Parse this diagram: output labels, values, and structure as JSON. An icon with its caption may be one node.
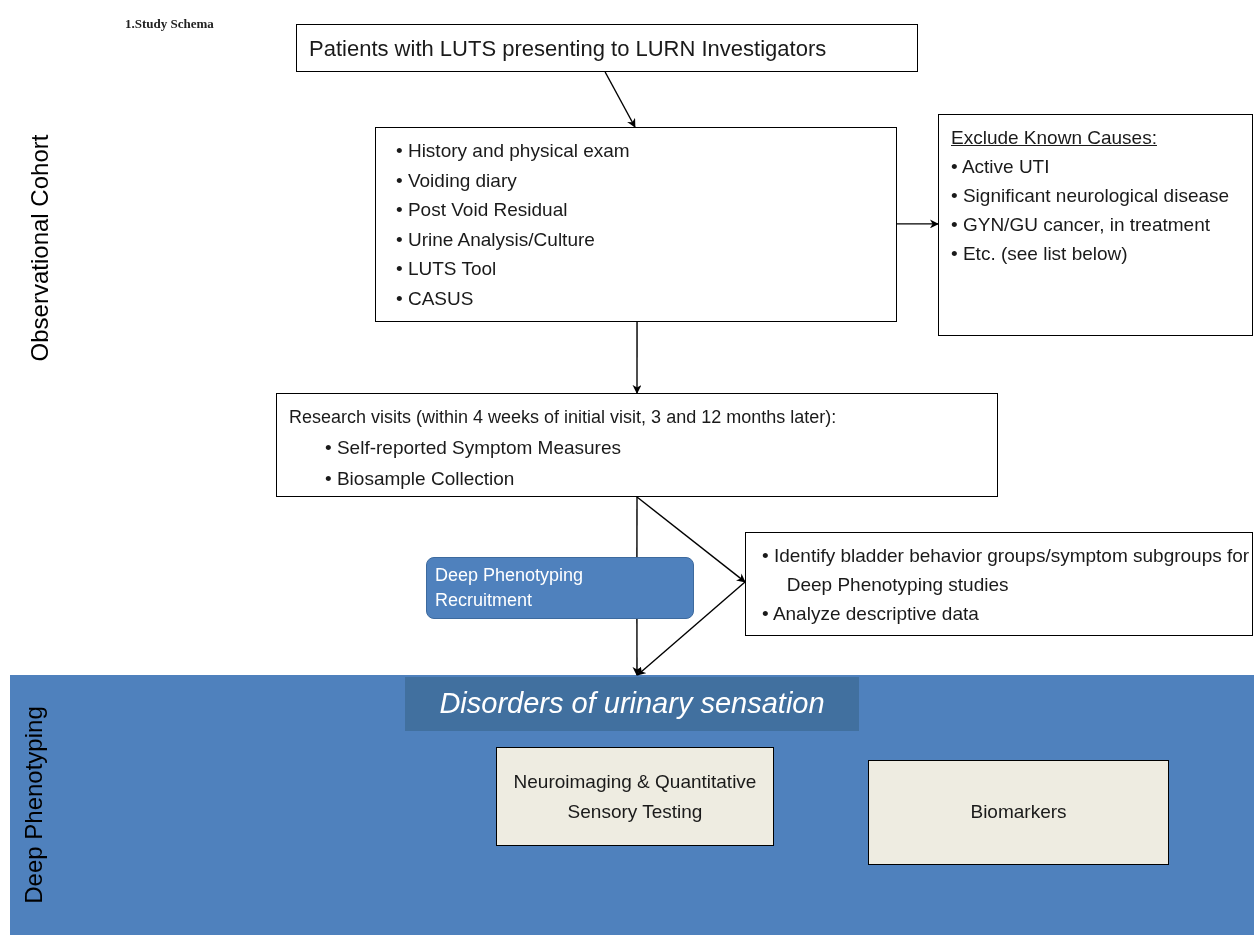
{
  "diagram": {
    "title": "1.Study Schema",
    "nodes": [
      {
        "text": [
          "Patients with LUTS presenting to LURN Investigators"
        ]
      },
      {
        "text": [
          "• History and physical exam",
          "• Voiding diary",
          "• Post Void Residual",
          "• Urine Analysis/Culture",
          "• LUTS Tool",
          "• CASUS"
        ]
      },
      {
        "text": [
          "Exclude Known Causes:",
          "• Active UTI",
          "• Significant neurological disease",
          "• GYN/GU cancer, in treatment",
          "• Etc. (see list below)"
        ]
      },
      {
        "text": [
          "Research visits (within 4 weeks of initial visit, 3 and 12 months later):",
          "• Self-reported Symptom Measures",
          "• Biosample Collection"
        ]
      },
      {
        "text": [
          "Deep Phenotyping Recruitment"
        ]
      },
      {
        "text": [
          "• Identify bladder behavior groups/symptom subgroups for Deep Phenotyping studies",
          "• Analyze descriptive data"
        ]
      },
      {
        "text": [
          "Deep Phenotyping"
        ]
      },
      {
        "text": [
          "Disorders of urinary sensation"
        ],
        "in": 6
      },
      {
        "text": [
          "Neuroimaging & Quantitative Sensory Testing"
        ],
        "in": 6
      },
      {
        "text": [
          "Biomarkers"
        ],
        "in": 6
      }
    ],
    "edges": [
      {
        "from": 0,
        "to": 1,
        "arrow": "to"
      },
      {
        "from": 1,
        "to": 2,
        "arrow": "to"
      },
      {
        "from": 1,
        "to": 3,
        "arrow": "to"
      },
      {
        "from": 3,
        "to": 4,
        "arrow": "none"
      },
      {
        "from": 4,
        "to": 6,
        "arrow": "to"
      },
      {
        "from": 3,
        "to": 5,
        "arrow": "to"
      },
      {
        "from": 5,
        "to": 6,
        "arrow": "to"
      }
    ],
    "labels": [
      "Observational Cohort"
    ]
  }
}
